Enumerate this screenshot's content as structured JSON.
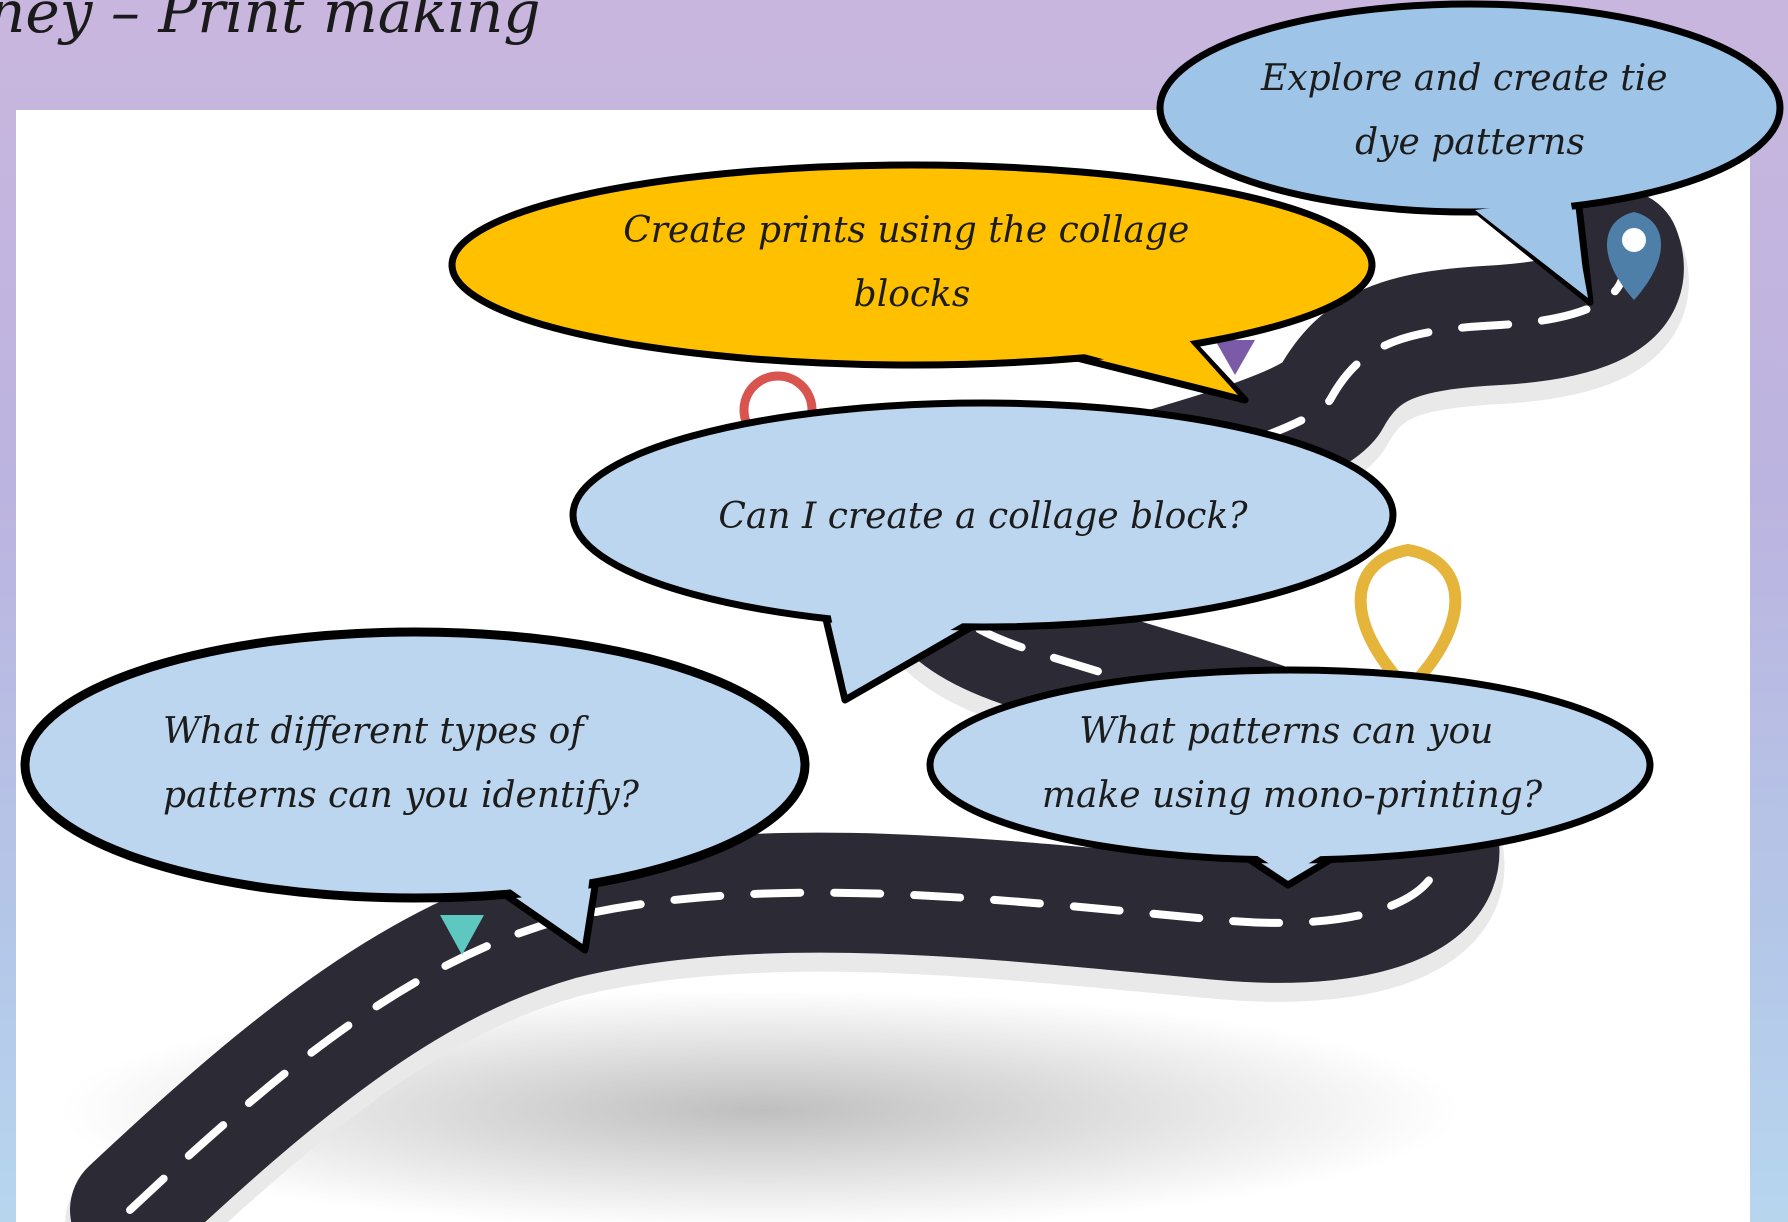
{
  "title": "ney – Print making",
  "bubbles": {
    "tie_dye": {
      "lines": [
        "Explore and create tie",
        "dye patterns"
      ],
      "color": "#9ec4e8"
    },
    "collage_prints": {
      "lines": [
        "Create prints using the collage",
        "blocks"
      ],
      "color": "#ffc000"
    },
    "collage_block": {
      "lines": [
        "Can I create a collage block?"
      ],
      "color": "#bcd6ef"
    },
    "pattern_types": {
      "lines": [
        "What different types of",
        "patterns can you identify?"
      ],
      "color": "#bcd6ef"
    },
    "mono_printing": {
      "lines": [
        "What patterns can you",
        "make using mono-printing?"
      ],
      "color": "#bcd6ef"
    }
  },
  "colors": {
    "road": "#2b2a35",
    "road_edge": "#e7e7e7",
    "dash": "#ffffff"
  }
}
